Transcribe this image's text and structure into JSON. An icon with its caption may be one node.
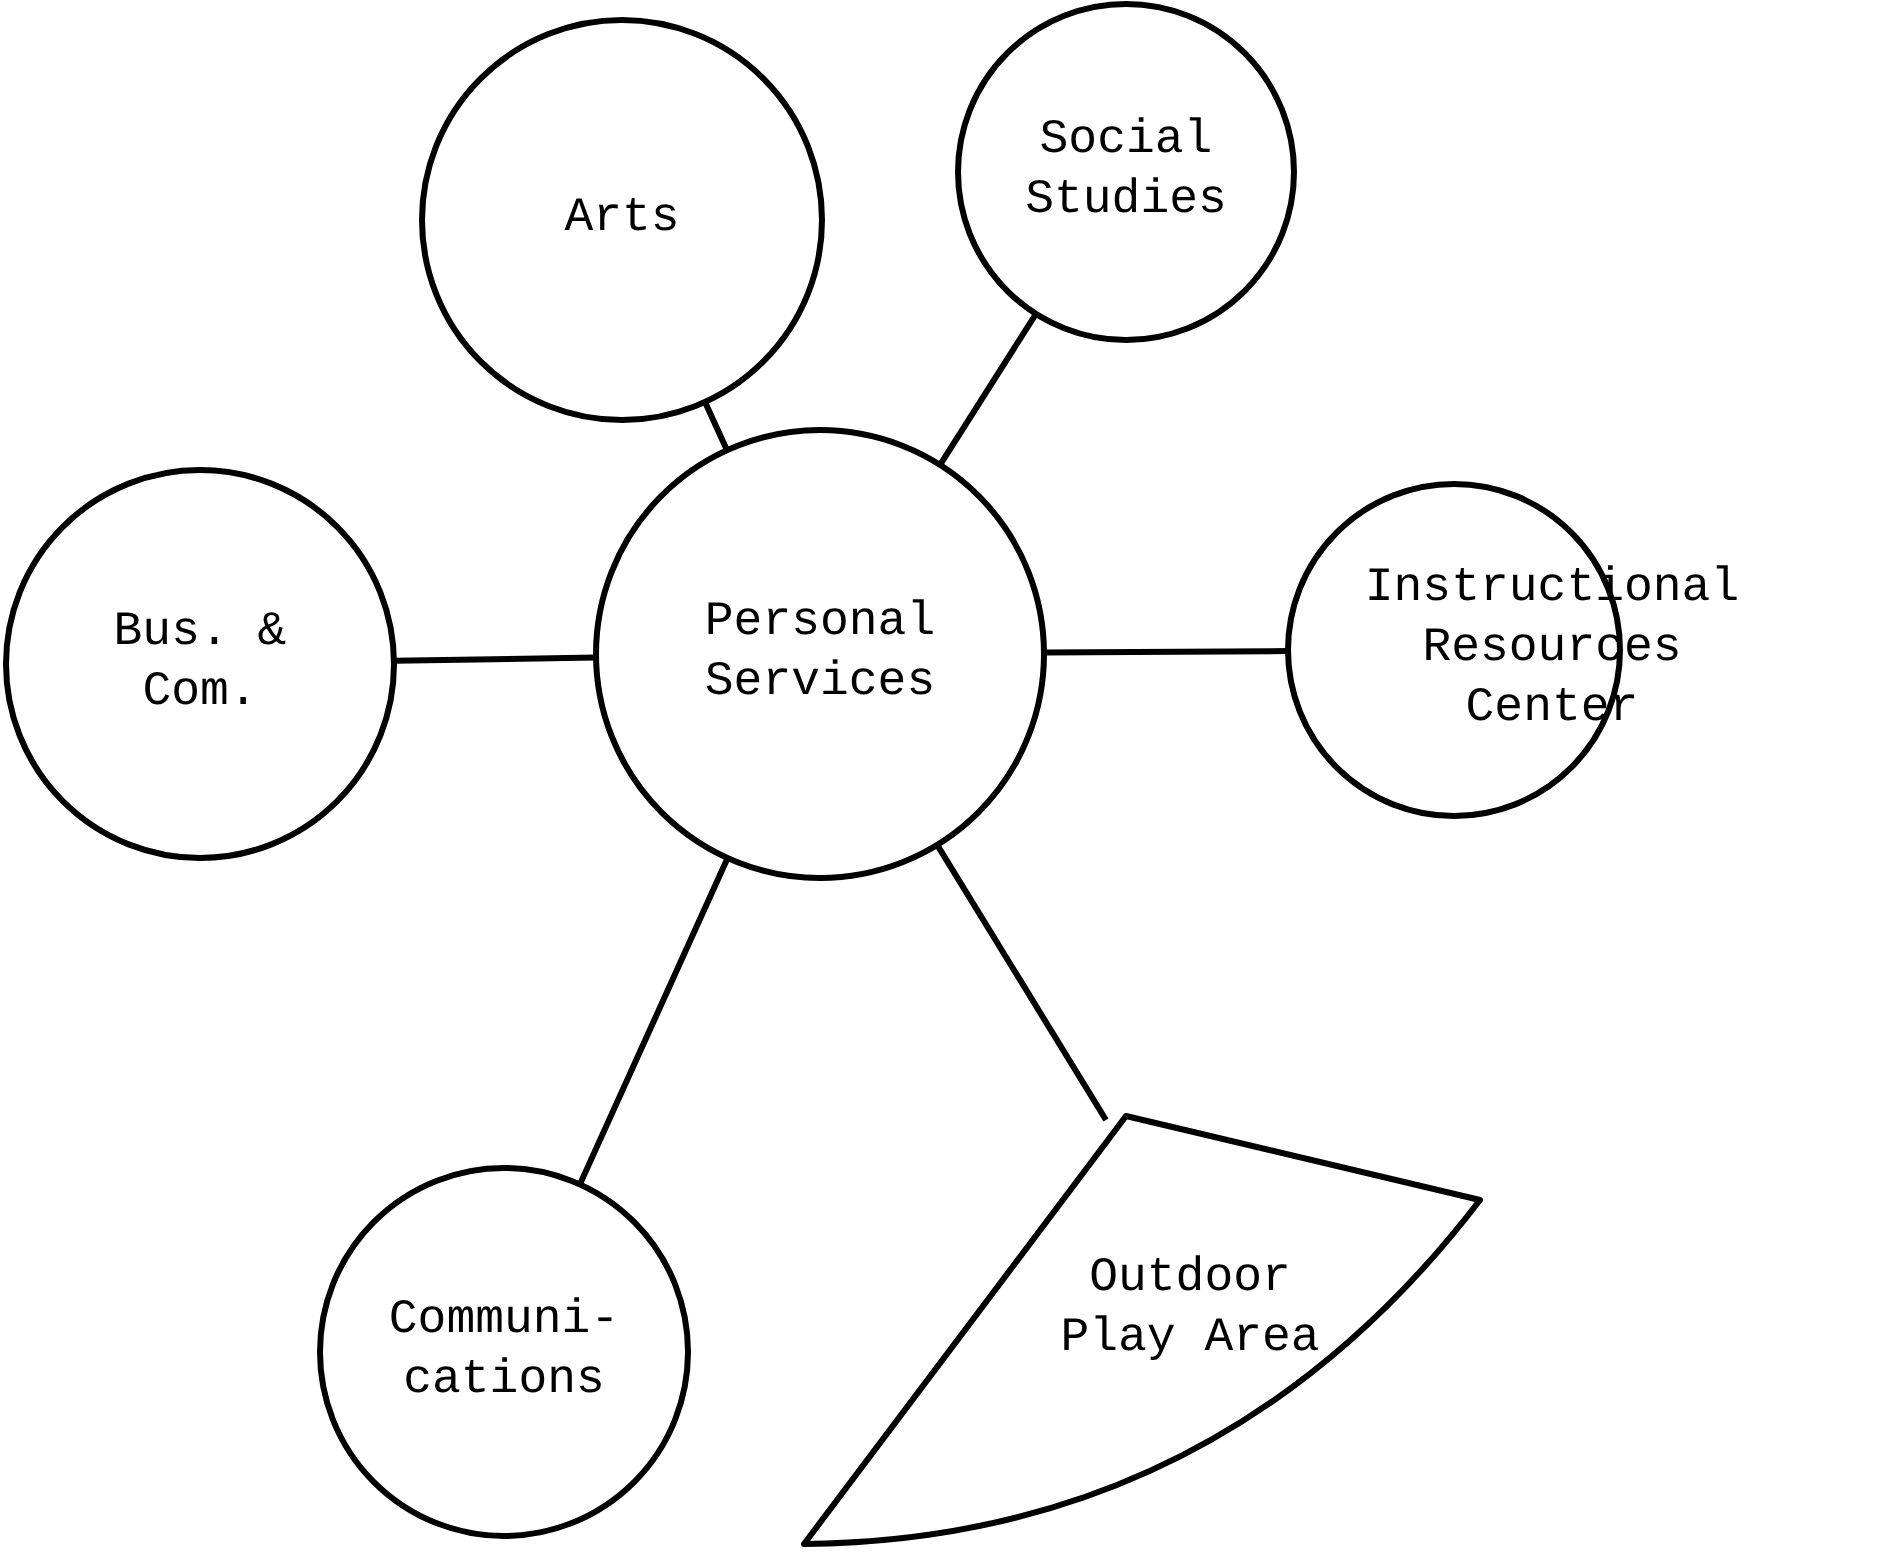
{
  "diagram": {
    "nodes": [
      {
        "text": [
          "Personal Services"
        ]
      },
      {
        "text": [
          "Arts"
        ]
      },
      {
        "text": [
          "Social Studies"
        ]
      },
      {
        "text": [
          "Bus. & Com."
        ]
      },
      {
        "text": [
          "Instructional Resources Center"
        ]
      },
      {
        "text": [
          "Communi- cations"
        ]
      },
      {
        "text": [
          "Outdoor Play Area"
        ]
      }
    ],
    "edges": [
      {
        "from": 0,
        "to": 1,
        "arrow": "none"
      },
      {
        "from": 0,
        "to": 2,
        "arrow": "none"
      },
      {
        "from": 0,
        "to": 3,
        "arrow": "none"
      },
      {
        "from": 0,
        "to": 4,
        "arrow": "none"
      },
      {
        "from": 0,
        "to": 5,
        "arrow": "none"
      },
      {
        "from": 0,
        "to": 6,
        "arrow": "none"
      }
    ]
  }
}
